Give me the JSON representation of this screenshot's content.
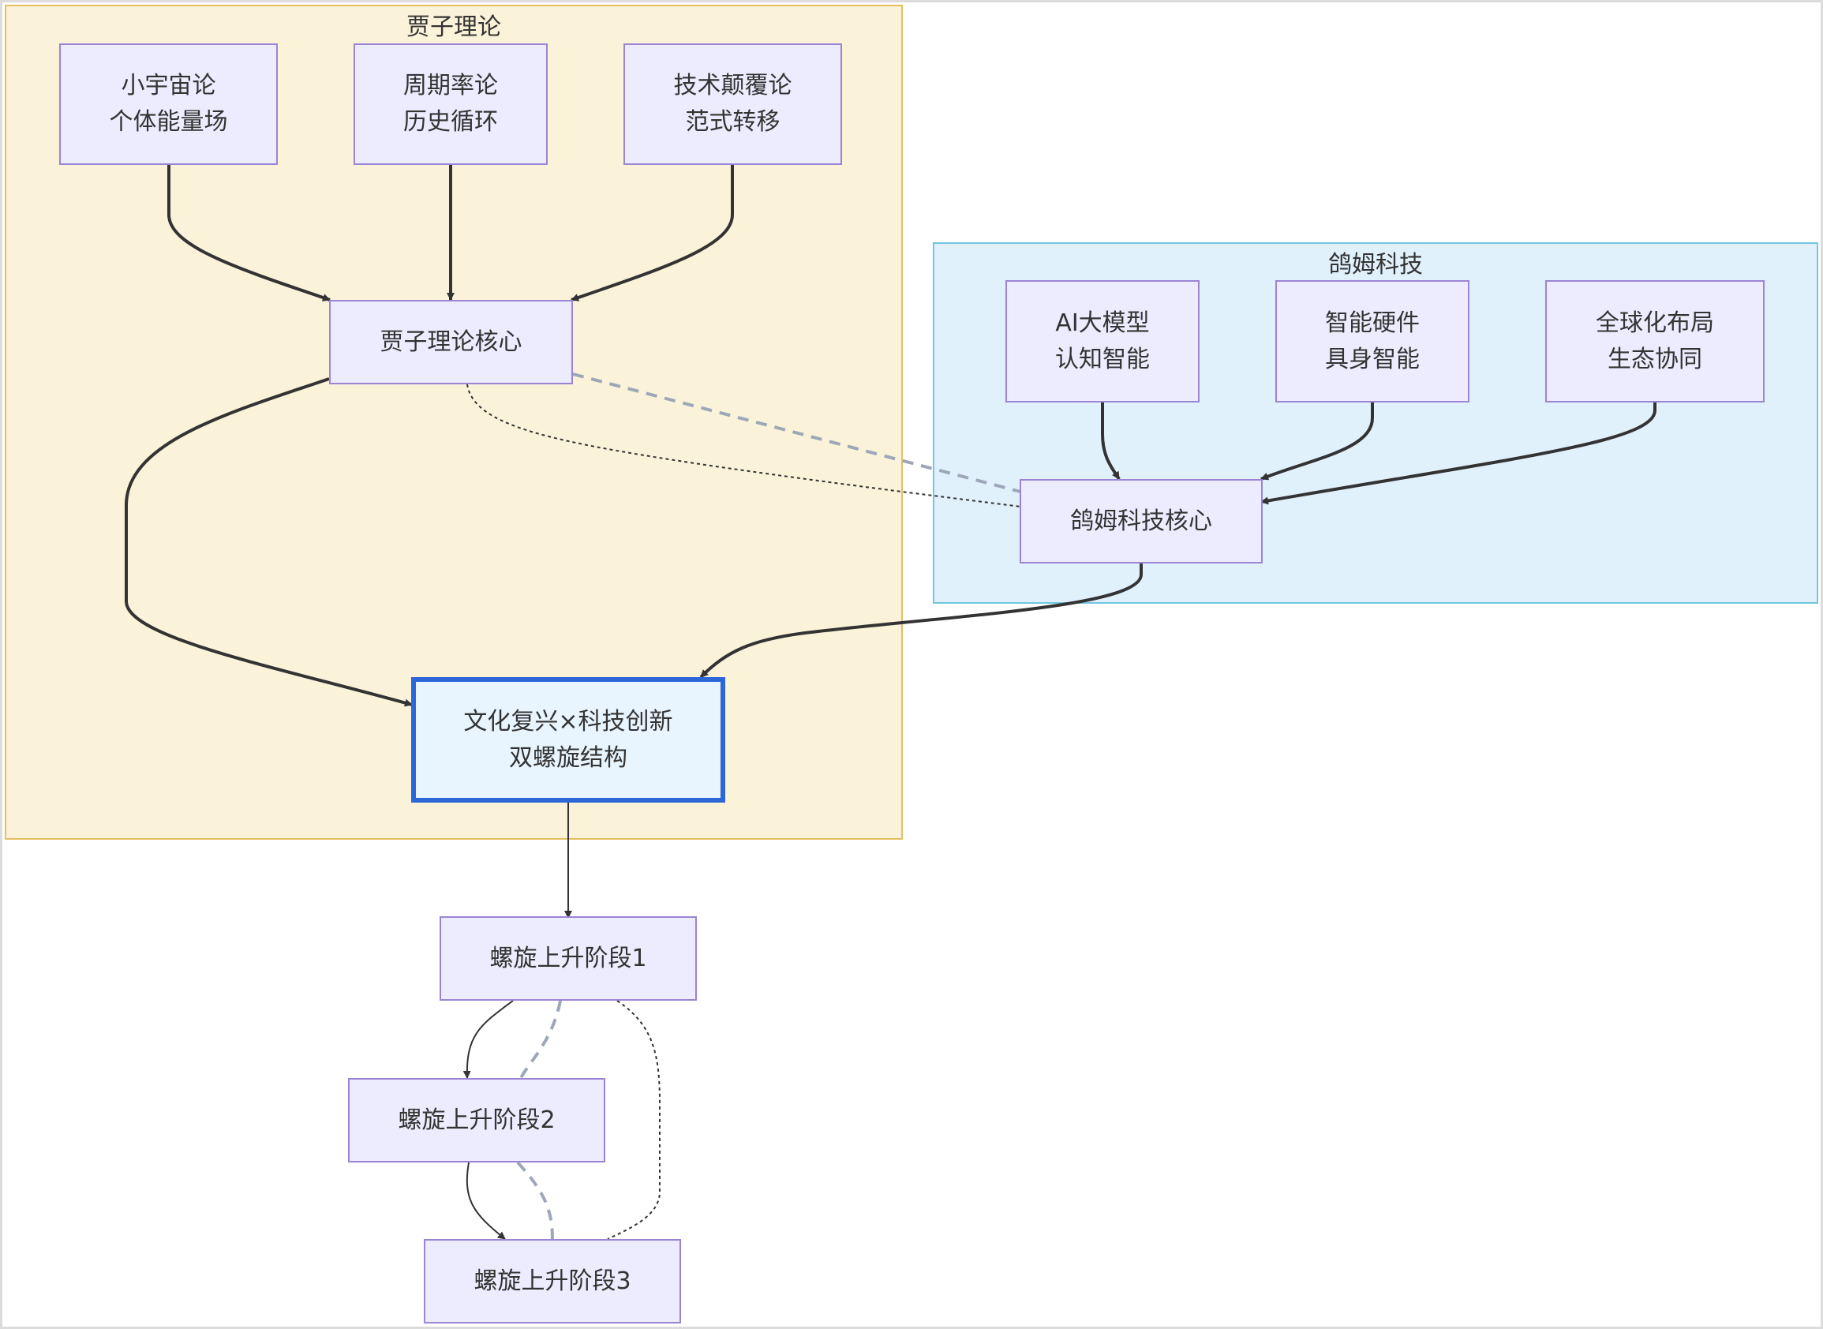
{
  "clusters": {
    "theory": {
      "title": "贾子理论"
    },
    "tech": {
      "title": "鸽姆科技"
    }
  },
  "nodes": {
    "microcosm": {
      "line1": "小宇宙论",
      "line2": "个体能量场"
    },
    "cycle": {
      "line1": "周期率论",
      "line2": "历史循环"
    },
    "disrupt": {
      "line1": "技术颠覆论",
      "line2": "范式转移"
    },
    "theory_core": {
      "line1": "贾子理论核心"
    },
    "ai": {
      "line1": "AI大模型",
      "line2": "认知智能"
    },
    "hardware": {
      "line1": "智能硬件",
      "line2": "具身智能"
    },
    "global": {
      "line1": "全球化布局",
      "line2": "生态协同"
    },
    "tech_core": {
      "line1": "鸽姆科技核心"
    },
    "helix": {
      "line1": "文化复兴×科技创新",
      "line2": "双螺旋结构"
    },
    "stage1": {
      "line1": "螺旋上升阶段1"
    },
    "stage2": {
      "line1": "螺旋上升阶段2"
    },
    "stage3": {
      "line1": "螺旋上升阶段3"
    }
  },
  "colors": {
    "edge": "#333333",
    "dashed_edge": "#9ea7b8",
    "highlight_border": "#2c66d8"
  }
}
